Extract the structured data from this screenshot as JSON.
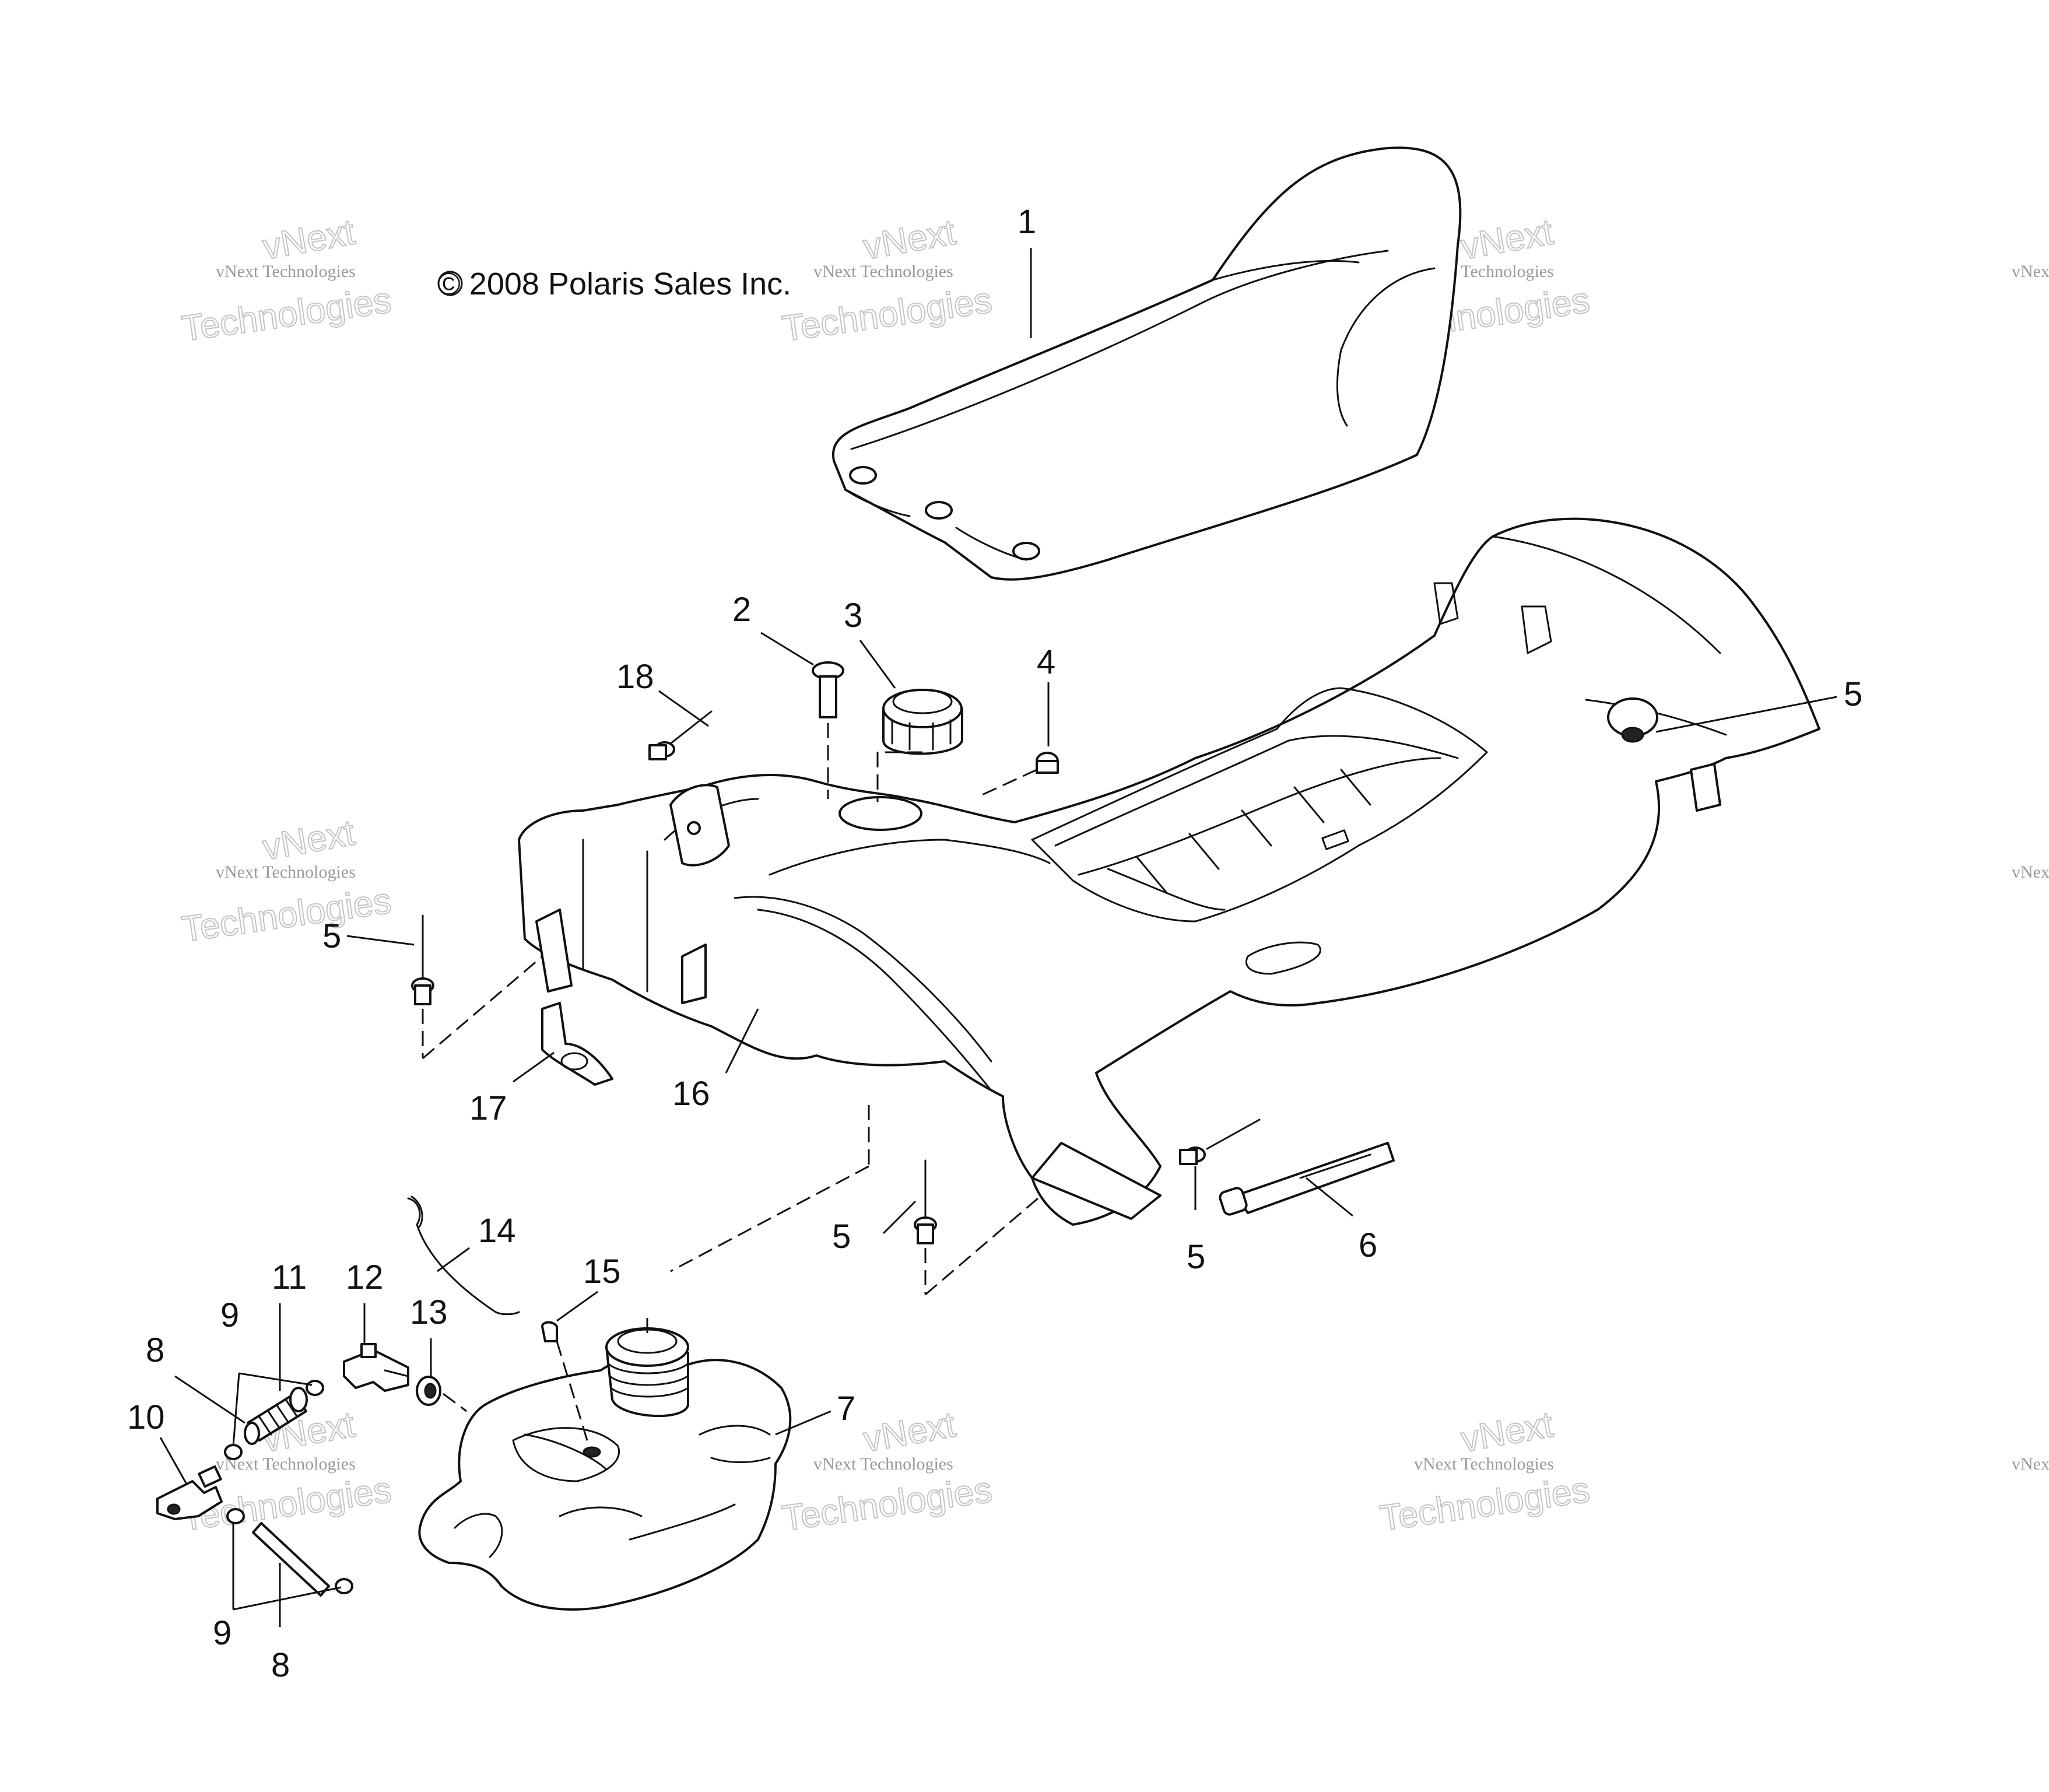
{
  "copyright": "© 2008 Polaris Sales Inc.",
  "watermark": {
    "small": "vNext Technologies",
    "large": "Technologies",
    "corner": "vNext",
    "color": "#9a9a9a"
  },
  "callouts": {
    "c1": "1",
    "c2": "2",
    "c3": "3",
    "c4": "4",
    "c5a": "5",
    "c5b": "5",
    "c5c": "5",
    "c5d": "5",
    "c6": "6",
    "c7": "7",
    "c8a": "8",
    "c8b": "8",
    "c9a": "9",
    "c9b": "9",
    "c10": "10",
    "c11": "11",
    "c12": "12",
    "c13": "13",
    "c14": "14",
    "c15": "15",
    "c16": "16",
    "c17": "17",
    "c18": "18"
  },
  "parts": [
    {
      "ref": "1",
      "icon": "seat-icon"
    },
    {
      "ref": "2",
      "icon": "screw-icon"
    },
    {
      "ref": "3",
      "icon": "fuel-cap-icon"
    },
    {
      "ref": "4",
      "icon": "nut-icon"
    },
    {
      "ref": "5",
      "icon": "rivet-icon"
    },
    {
      "ref": "6",
      "icon": "strap-icon"
    },
    {
      "ref": "7",
      "icon": "fuel-tank-icon"
    },
    {
      "ref": "8",
      "icon": "hose-icon"
    },
    {
      "ref": "9",
      "icon": "clamp-icon"
    },
    {
      "ref": "10",
      "icon": "petcock-icon"
    },
    {
      "ref": "11",
      "icon": "filter-icon"
    },
    {
      "ref": "12",
      "icon": "fitting-icon"
    },
    {
      "ref": "13",
      "icon": "grommet-icon"
    },
    {
      "ref": "14",
      "icon": "vent-hose-icon"
    },
    {
      "ref": "15",
      "icon": "check-valve-icon"
    },
    {
      "ref": "16",
      "icon": "fender-icon"
    },
    {
      "ref": "17",
      "icon": "bracket-icon"
    },
    {
      "ref": "18",
      "icon": "rivet-icon"
    }
  ]
}
